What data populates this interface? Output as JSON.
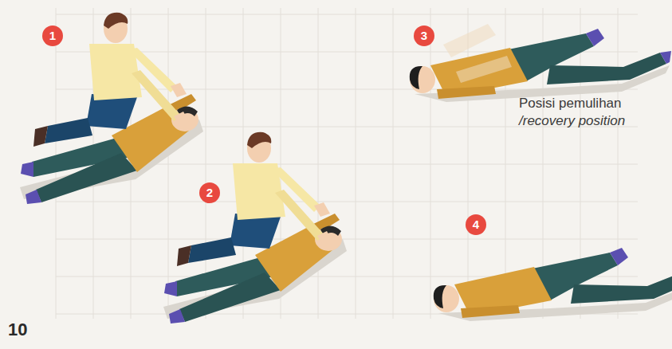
{
  "diagram": {
    "labels": [
      "1",
      "3",
      "Posisi pemulihan",
      "/recovery position",
      "2",
      "4",
      "10"
    ]
  }
}
